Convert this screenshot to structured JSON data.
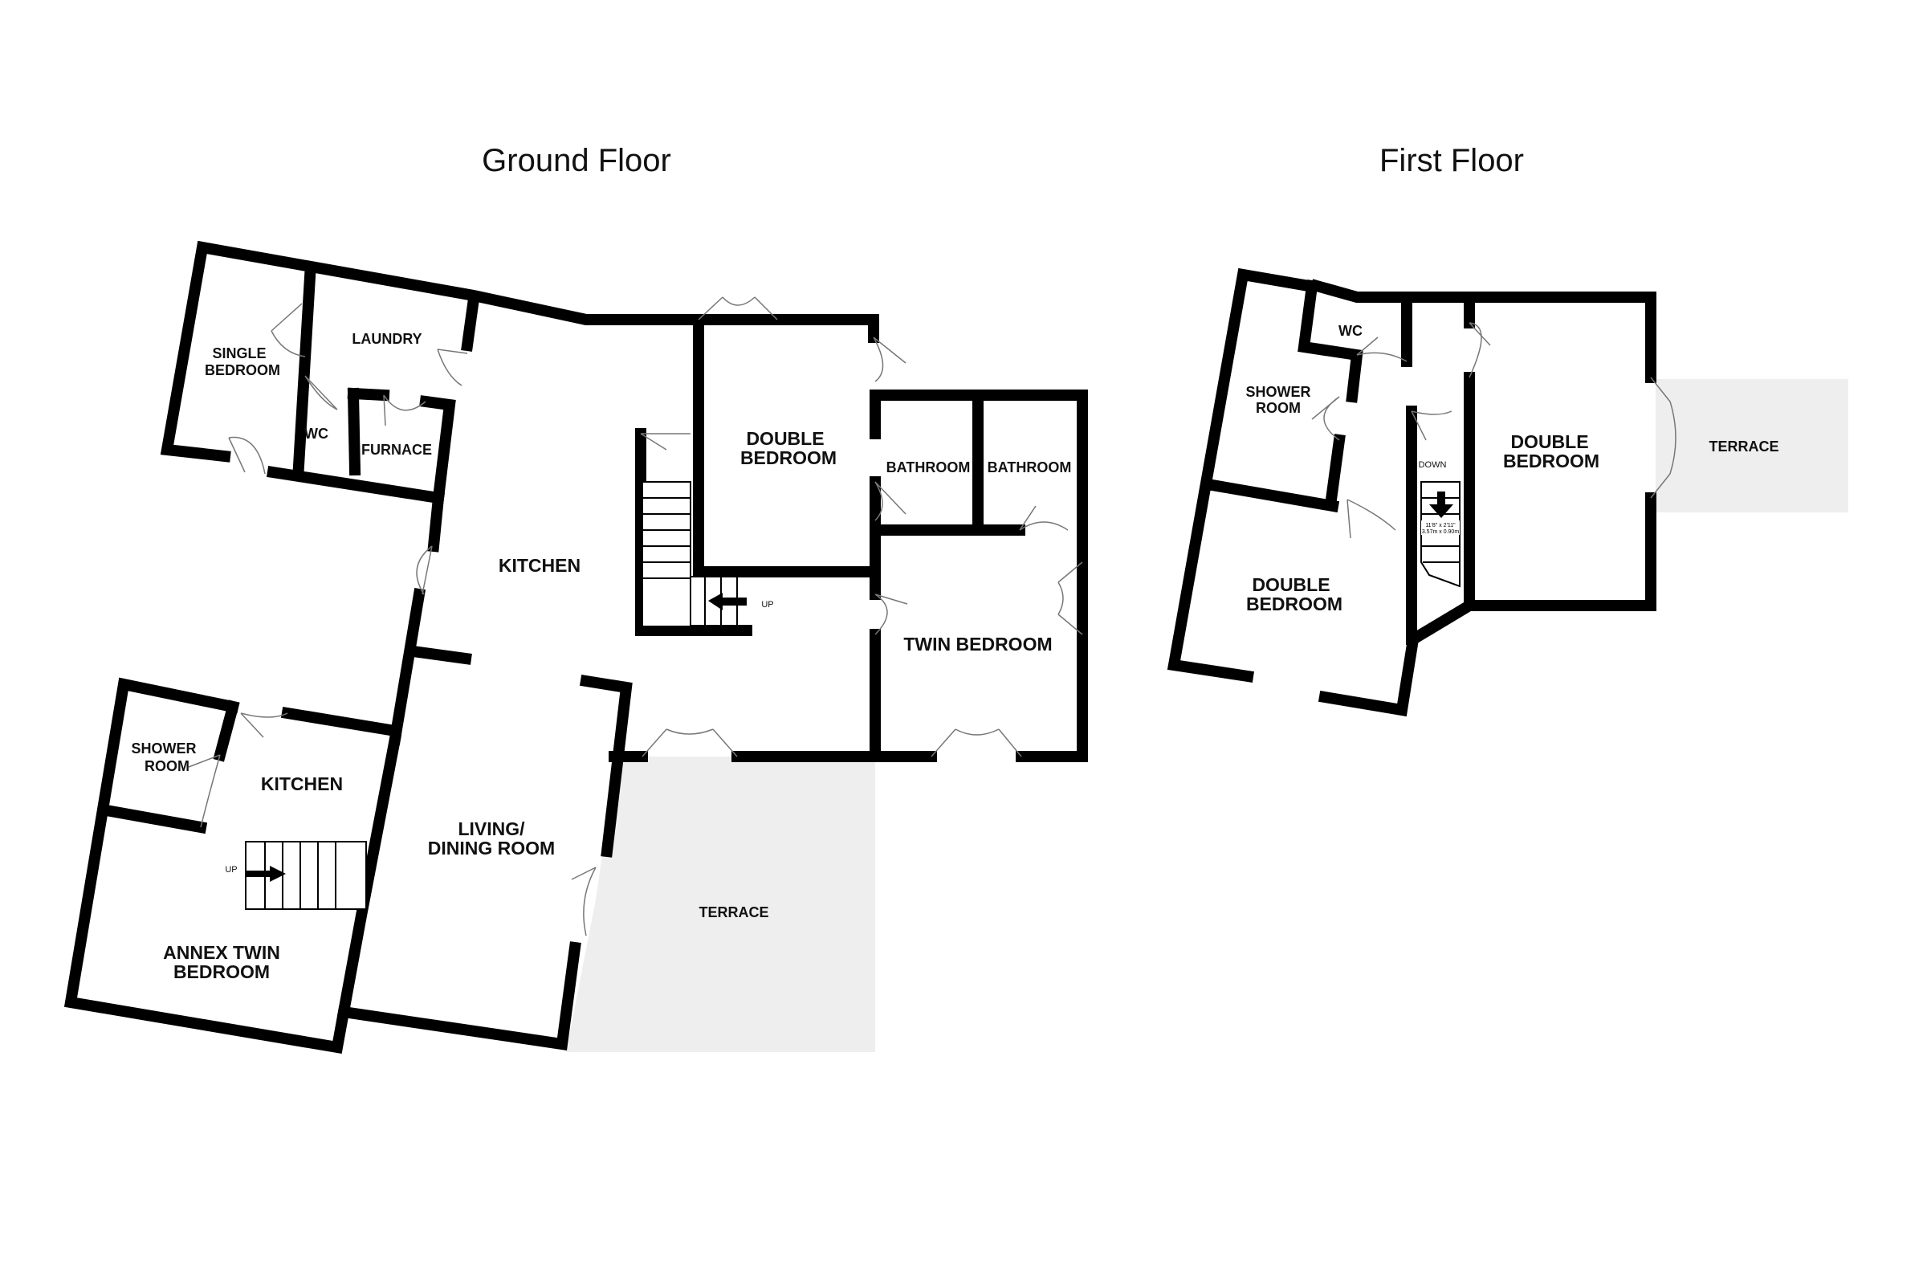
{
  "floors": {
    "ground": {
      "title": "Ground Floor",
      "rooms": {
        "single_bedroom_l1": "SINGLE",
        "single_bedroom_l2": "BEDROOM",
        "laundry": "LAUNDRY",
        "wc": "WC",
        "furnace": "FURNACE",
        "kitchen": "KITCHEN",
        "double_bedroom_l1": "DOUBLE",
        "double_bedroom_l2": "BEDROOM",
        "bathroom_1": "BATHROOM",
        "bathroom_2": "BATHROOM",
        "twin_bedroom": "TWIN BEDROOM",
        "shower_room_l1": "SHOWER",
        "shower_room_l2": "ROOM",
        "annex_kitchen": "KITCHEN",
        "living_l1": "LIVING/",
        "living_l2": "DINING ROOM",
        "annex_twin_l1": "ANNEX TWIN",
        "annex_twin_l2": "BEDROOM",
        "terrace": "TERRACE",
        "stairs_up_main": "UP",
        "stairs_up_annex": "UP"
      }
    },
    "first": {
      "title": "First Floor",
      "rooms": {
        "wc": "WC",
        "shower_room_l1": "SHOWER",
        "shower_room_l2": "ROOM",
        "double_bedroom_right_l1": "DOUBLE",
        "double_bedroom_right_l2": "BEDROOM",
        "double_bedroom_left_l1": "DOUBLE",
        "double_bedroom_left_l2": "BEDROOM",
        "terrace": "TERRACE",
        "stairs_down": "DOWN",
        "stairs_dim_l1": "11'8\" x 2'11\"",
        "stairs_dim_l2": "3.57m x 0.90m"
      }
    }
  },
  "colors": {
    "wall": "#000000",
    "terrace": "#eeeeee",
    "door_swing": "#777777"
  }
}
